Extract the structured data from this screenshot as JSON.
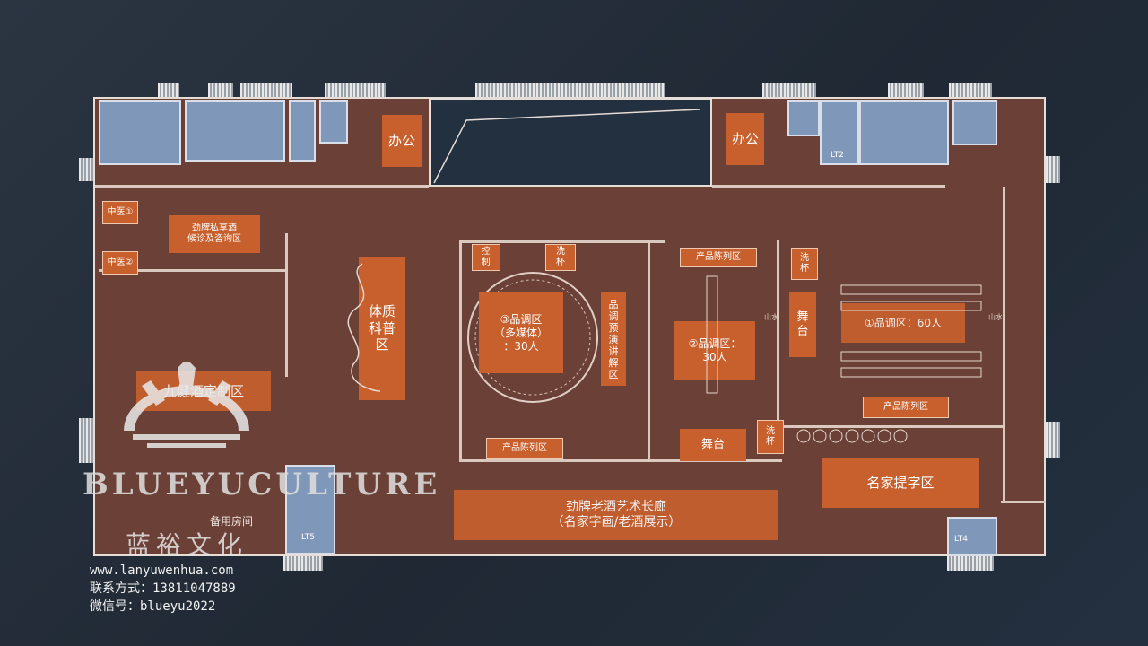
{
  "zones": {
    "office_left": "办公",
    "office_right": "办公",
    "tcm1": "中医①",
    "tcm2": "中医②",
    "private_wine": "劲牌私享酒",
    "consult": "候诊及咨询区",
    "constitution": "体质科普区",
    "control": "控制",
    "wash_a": "洗杯",
    "tasting3_line1": "③品调区",
    "tasting3_line2": "（多媒体）",
    "tasting3_line3": "：30人",
    "preview": "品调预演讲解区",
    "product_top": "产品陈列区",
    "wash_b": "洗杯",
    "stage_right": "舞台",
    "tasting2_line1": "②品调区：",
    "tasting2_line2": "30人",
    "tasting1": "①品调区：60人",
    "product_right": "产品陈列区",
    "custom": "九健酒定制区",
    "product_bottom": "产品陈列区",
    "stage_bottom": "舞台",
    "wash_c": "洗杯",
    "calligraphy": "名家提字区",
    "gallery_line1": "劲牌老酒艺术长廊",
    "gallery_line2": "（名家字画/老酒展示）",
    "spare": "备用房间",
    "lt5": "LT5",
    "lt4": "LT4",
    "lt2": "LT2",
    "mountain_left": "山水",
    "mountain_right": "山水"
  },
  "watermark": {
    "brand_en": "BLUEYUCULTURE",
    "brand_cn": "蓝裕文化",
    "website": "www.lanyuwenhua.com",
    "phone": "联系方式：13811047889",
    "wechat": "微信号：blueyu2022"
  },
  "colors": {
    "floor": "#6b4036",
    "zone": "#c8602e",
    "service": "#7f97b8",
    "background": "#243040"
  }
}
